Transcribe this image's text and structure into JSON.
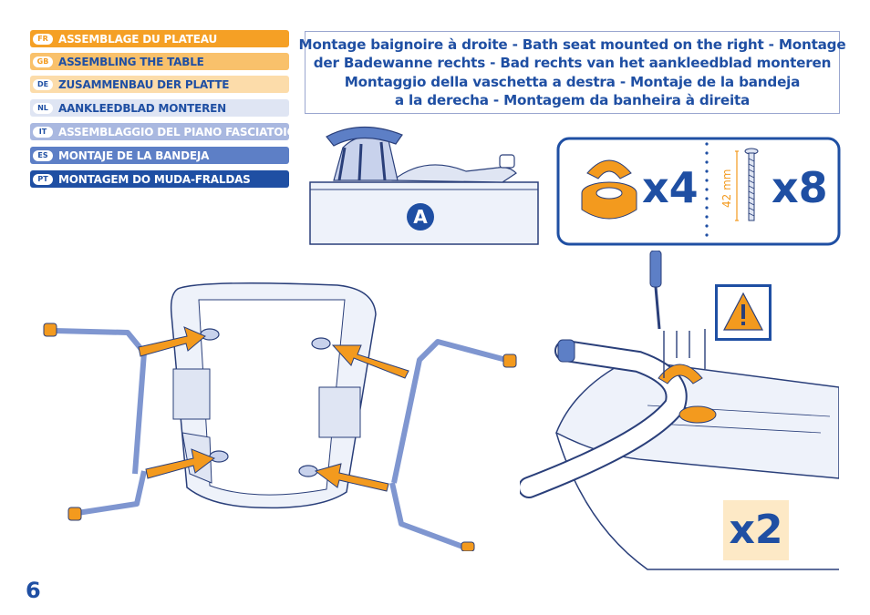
{
  "languages": [
    {
      "code": "FR",
      "label": "ASSEMBLAGE DU PLATEAU"
    },
    {
      "code": "GB",
      "label": "ASSEMBLING THE TABLE"
    },
    {
      "code": "DE",
      "label": "ZUSAMMENBAU DER PLATTE"
    },
    {
      "code": "NL",
      "label": "AANKLEEDBLAD MONTEREN"
    },
    {
      "code": "IT",
      "label": "ASSEMBLAGGIO DEL PIANO FASCIATOIO"
    },
    {
      "code": "ES",
      "label": "MONTAJE DE LA BANDEJA"
    },
    {
      "code": "PT",
      "label": "MONTAGEM DO MUDA-FRALDAS"
    }
  ],
  "title_lines": [
    "Montage baignoire à droite - Bath seat mounted on the right - Montage",
    "der Badewanne rechts - Bad rechts van het aankleedblad monteren",
    "Montaggio della vaschetta a destra - Montaje de la bandeja",
    "a la derecha - Montagem da banheira à direita"
  ],
  "step_label": "A",
  "parts": {
    "clip_qty": "x4",
    "screw_length": "42 mm",
    "screw_qty": "x8"
  },
  "repeat_qty": "x2",
  "page_number": "6",
  "colors": {
    "blue": "#1f4fa3",
    "orange": "#f39a1e",
    "light_blue": "#dfe5f3"
  }
}
